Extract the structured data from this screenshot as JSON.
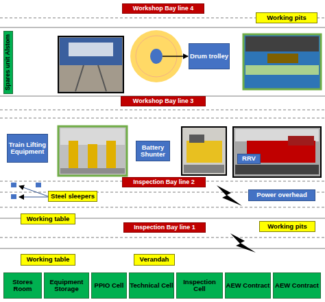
{
  "diagram": {
    "nodes": [
      {
        "text": [
          "Workshop Bay line 4"
        ]
      },
      {
        "text": [
          "Working pits"
        ]
      },
      {
        "text": [
          "Spares unit Alstom"
        ]
      },
      {
        "text": [
          "Drum trolley"
        ]
      },
      {
        "text": [
          "Workshop Bay line 3"
        ]
      },
      {
        "text": [
          "Train Lifting Equipment"
        ]
      },
      {
        "text": [
          "Battery Shunter"
        ]
      },
      {
        "text": [
          "RRV"
        ]
      },
      {
        "text": [
          "Inspection Bay line 2"
        ]
      },
      {
        "text": [
          "Steel sleepers"
        ]
      },
      {
        "text": [
          "Power overhead"
        ]
      },
      {
        "text": [
          "Working table"
        ]
      },
      {
        "text": [
          "Inspection Bay line 1"
        ]
      },
      {
        "text": [
          "Working pits"
        ]
      },
      {
        "text": [
          "Working table"
        ]
      },
      {
        "text": [
          "Verandah"
        ]
      },
      {
        "text": [
          "Stores Room"
        ]
      },
      {
        "text": [
          "Equipment Storage"
        ]
      },
      {
        "text": [
          "PPIO Cell"
        ]
      },
      {
        "text": [
          "Technical Cell"
        ]
      },
      {
        "text": [
          "Inspection Cell"
        ]
      },
      {
        "text": [
          "AEW Contract"
        ]
      },
      {
        "text": [
          "AEW Contract"
        ]
      }
    ]
  }
}
